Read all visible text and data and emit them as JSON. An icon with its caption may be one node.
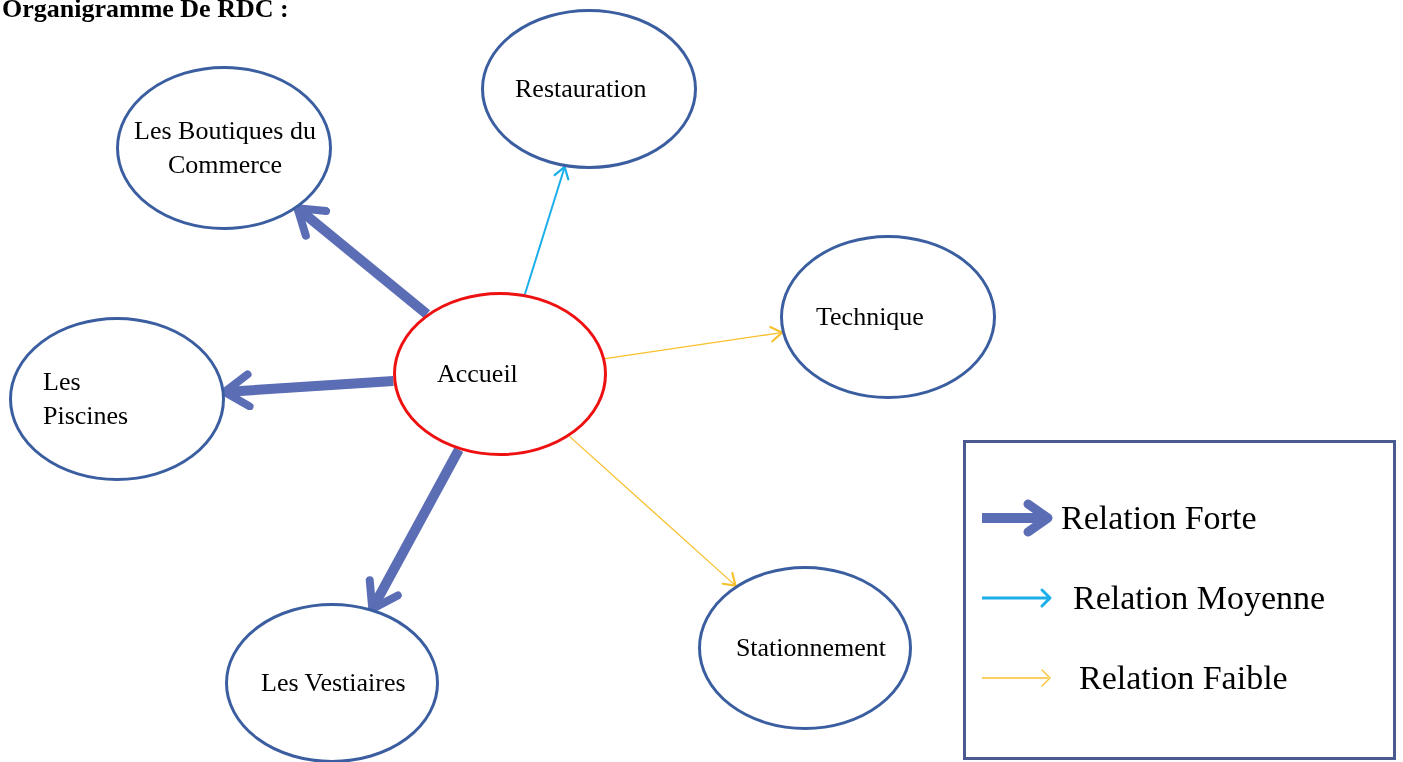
{
  "diagram": {
    "title": "Organigramme De RDC :",
    "nodes": [
      {
        "text": [
          "Accueil"
        ]
      },
      {
        "text": [
          "Restauration"
        ]
      },
      {
        "text": [
          "Les Boutiques du Commerce"
        ]
      },
      {
        "text": [
          "Technique"
        ]
      },
      {
        "text": [
          "Les Piscines"
        ]
      },
      {
        "text": [
          "Stationnement"
        ]
      },
      {
        "text": [
          "Les Vestiaires"
        ]
      }
    ],
    "edges": [
      {
        "from": 0,
        "to": 2,
        "arrow": "to",
        "style": "thick"
      },
      {
        "from": 0,
        "to": 4,
        "arrow": "to",
        "style": "thick"
      },
      {
        "from": 0,
        "to": 6,
        "arrow": "to",
        "style": "thick"
      },
      {
        "from": 0,
        "to": 1,
        "arrow": "to",
        "color": "#1aaeea"
      },
      {
        "from": 0,
        "to": 3,
        "arrow": "to",
        "color": "#f8c02c"
      },
      {
        "from": 0,
        "to": 5,
        "arrow": "to",
        "color": "#f8c02c"
      }
    ],
    "legend": [
      {
        "text": "Relation Forte"
      },
      {
        "text": "Relation Moyenne"
      },
      {
        "text": "Relation Faible"
      }
    ]
  }
}
